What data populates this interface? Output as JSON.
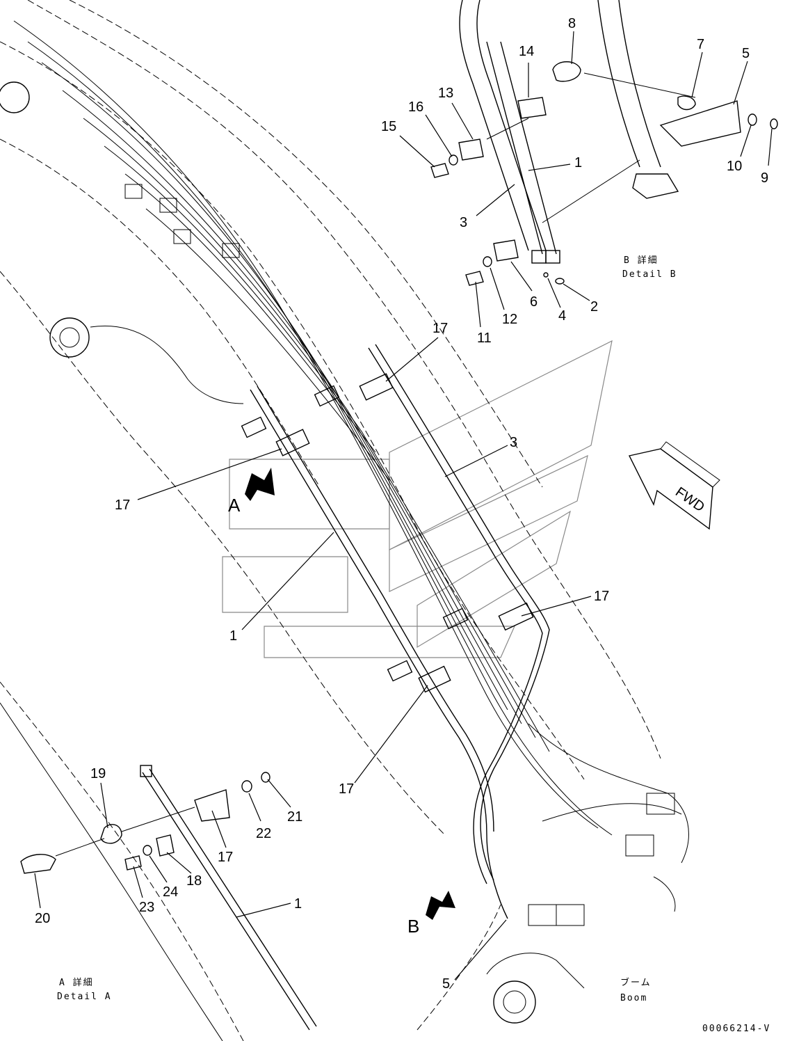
{
  "callouts": [
    {
      "id": "c-8",
      "text": "8"
    },
    {
      "id": "c-14",
      "text": "14"
    },
    {
      "id": "c-7",
      "text": "7"
    },
    {
      "id": "c-5a",
      "text": "5"
    },
    {
      "id": "c-13",
      "text": "13"
    },
    {
      "id": "c-16",
      "text": "16"
    },
    {
      "id": "c-15",
      "text": "15"
    },
    {
      "id": "c-1a",
      "text": "1"
    },
    {
      "id": "c-10",
      "text": "10"
    },
    {
      "id": "c-9",
      "text": "9"
    },
    {
      "id": "c-3a",
      "text": "3"
    },
    {
      "id": "c-6",
      "text": "6"
    },
    {
      "id": "c-2",
      "text": "2"
    },
    {
      "id": "c-12",
      "text": "12"
    },
    {
      "id": "c-4",
      "text": "4"
    },
    {
      "id": "c-11",
      "text": "11"
    },
    {
      "id": "c-17a",
      "text": "17"
    },
    {
      "id": "c-3b",
      "text": "3"
    },
    {
      "id": "c-17b",
      "text": "17"
    },
    {
      "id": "c-1b",
      "text": "1"
    },
    {
      "id": "c-17c",
      "text": "17"
    },
    {
      "id": "c-17d",
      "text": "17"
    },
    {
      "id": "c-19",
      "text": "19"
    },
    {
      "id": "c-21",
      "text": "21"
    },
    {
      "id": "c-22",
      "text": "22"
    },
    {
      "id": "c-17e",
      "text": "17"
    },
    {
      "id": "c-18",
      "text": "18"
    },
    {
      "id": "c-24",
      "text": "24"
    },
    {
      "id": "c-23",
      "text": "23"
    },
    {
      "id": "c-20",
      "text": "20"
    },
    {
      "id": "c-1c",
      "text": "1"
    },
    {
      "id": "c-5b",
      "text": "5"
    }
  ],
  "view_markers": {
    "a": "A",
    "b": "B"
  },
  "detail_b": {
    "jp": "B 詳細",
    "en": "Detail B"
  },
  "detail_a": {
    "jp": "A 詳細",
    "en": "Detail A"
  },
  "boom": {
    "jp": "ブーム",
    "en": "Boom"
  },
  "fwd": "FWD",
  "drawing_number": "00066214-V"
}
